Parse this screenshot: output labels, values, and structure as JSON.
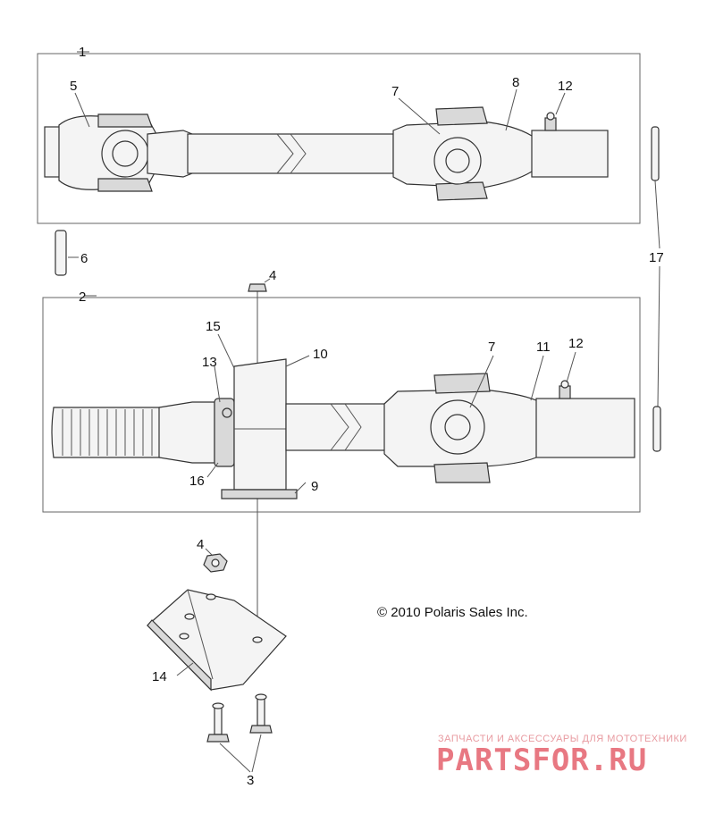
{
  "diagram": {
    "callouts": {
      "c1": "1",
      "c2": "2",
      "c3": "3",
      "c4a": "4",
      "c4b": "4",
      "c5": "5",
      "c6": "6",
      "c7a": "7",
      "c7b": "7",
      "c8": "8",
      "c9": "9",
      "c10": "10",
      "c11": "11",
      "c12a": "12",
      "c12b": "12",
      "c13": "13",
      "c14": "14",
      "c15": "15",
      "c16": "16",
      "c17": "17"
    },
    "copyright": "© 2010 Polaris Sales Inc.",
    "watermark": {
      "tagline": "ЗАПЧАСТИ И АКСЕССУАРЫ ДЛЯ МОТОТЕХНИКИ",
      "logo": "PARTSFOR.RU"
    }
  }
}
